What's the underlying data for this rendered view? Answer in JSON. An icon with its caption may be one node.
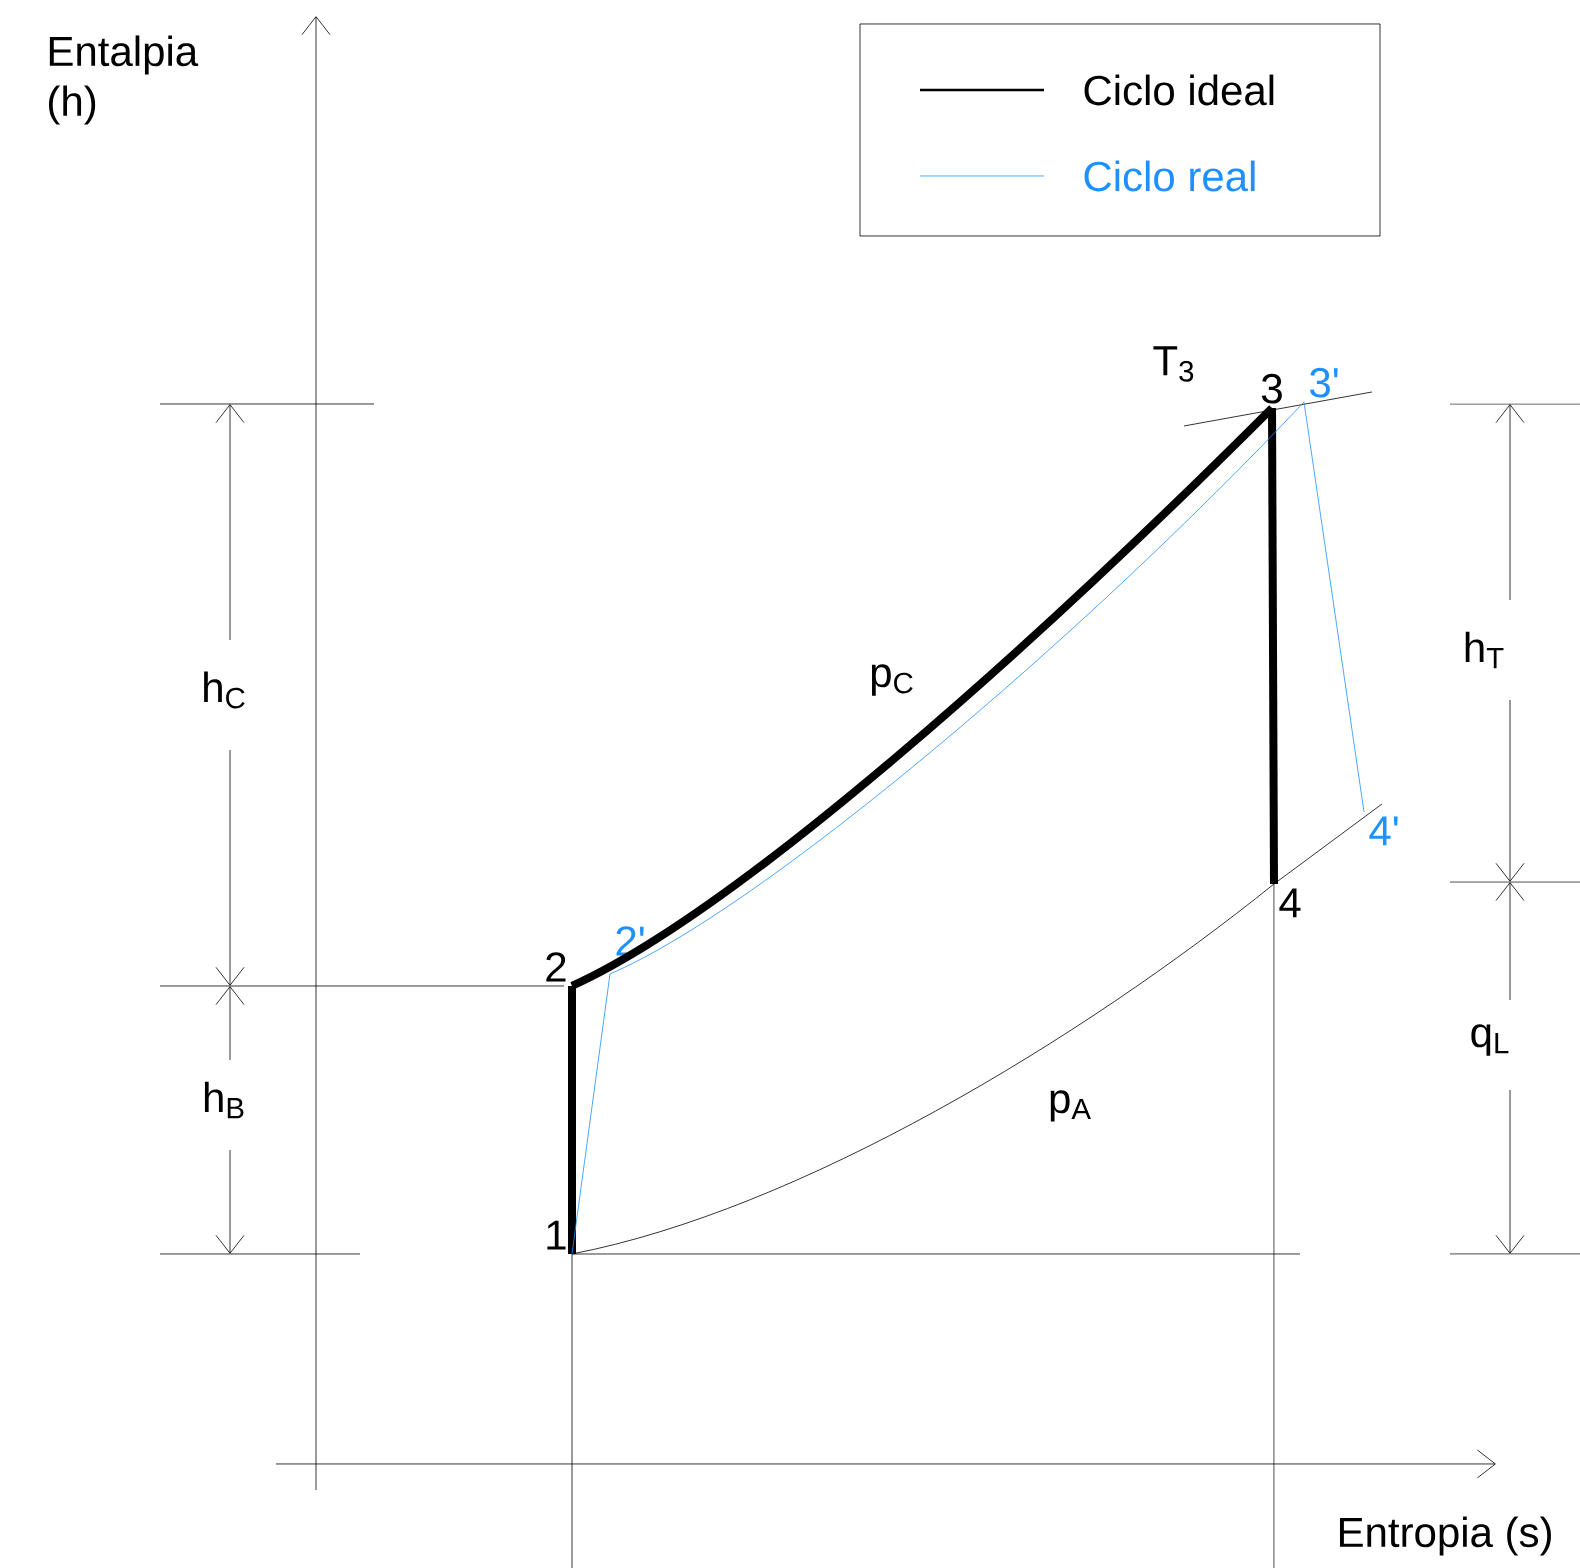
{
  "diagram": {
    "nodes": [
      {
        "text": [
          "1"
        ]
      },
      {
        "text": [
          "2"
        ]
      },
      {
        "text": [
          "3"
        ]
      },
      {
        "text": [
          "4"
        ]
      },
      {
        "text": [
          "2'"
        ]
      },
      {
        "text": [
          "3'"
        ]
      },
      {
        "text": [
          "4'"
        ]
      }
    ],
    "edges": [
      {
        "from": 0,
        "to": 1,
        "arrow": "none",
        "style": "thick"
      },
      {
        "from": 1,
        "to": 2,
        "arrow": "none",
        "style": "thick",
        "label": "p$_{C}$"
      },
      {
        "from": 2,
        "to": 3,
        "arrow": "none",
        "style": "thick"
      },
      {
        "from": 3,
        "to": 0,
        "arrow": "none",
        "label": "p$_{A}$"
      },
      {
        "from": 0,
        "to": 4,
        "arrow": "none",
        "color": "#1e90ff"
      },
      {
        "from": 4,
        "to": 5,
        "arrow": "none",
        "color": "#1e90ff"
      },
      {
        "from": 5,
        "to": 6,
        "arrow": "none",
        "color": "#1e90ff"
      }
    ],
    "labels": [
      "Entalpia (h)",
      "T$_{3}$",
      "h$_{C}$",
      "h$_{T}$",
      "h$_{B}$",
      "q$_{L}$",
      "Entropia (s)"
    ],
    "legend": [
      {
        "text": "Ciclo ideal"
      },
      {
        "text": "Ciclo real"
      }
    ]
  }
}
